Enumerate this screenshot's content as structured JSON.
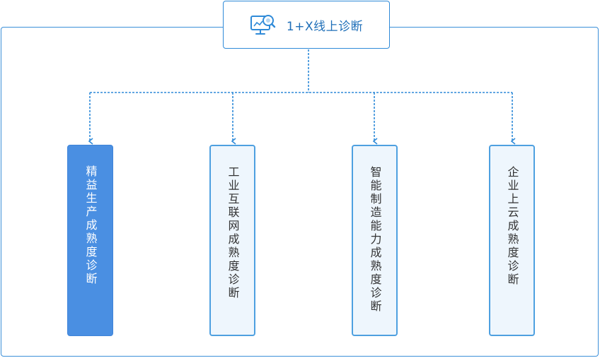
{
  "root": {
    "label": "1+X线上诊断",
    "icon": "monitor-search-icon"
  },
  "branches": [
    {
      "label": "精益生产成熟度诊断",
      "state": "selected"
    },
    {
      "label": "工业互联网成熟度诊断",
      "state": "normal"
    },
    {
      "label": "智能制造能力成熟度诊断",
      "state": "normal"
    },
    {
      "label": "企业上云成熟度诊断",
      "state": "normal"
    }
  ],
  "colors": {
    "accent": "#2f8ad8",
    "selected_fill": "#4a8fe2",
    "normal_fill": "#eef6fd",
    "connector": "#2f8ad8"
  }
}
